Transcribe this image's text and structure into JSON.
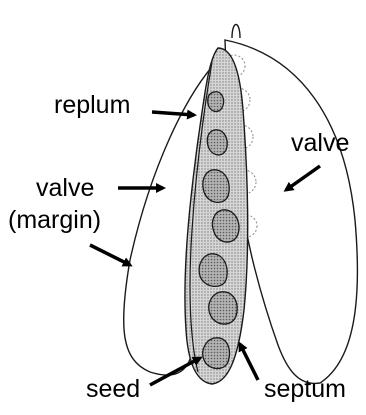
{
  "figure": {
    "labels": {
      "replum": "replum",
      "valve_left": "valve",
      "valve_margin": "(margin)",
      "valve_right": "valve",
      "seed": "seed",
      "septum": "septum"
    },
    "colors": {
      "outline": "#1a1a1a",
      "septum_fill": "#cfcfcf",
      "seed_fill": "#a9a9a9",
      "background": "#ffffff"
    }
  }
}
